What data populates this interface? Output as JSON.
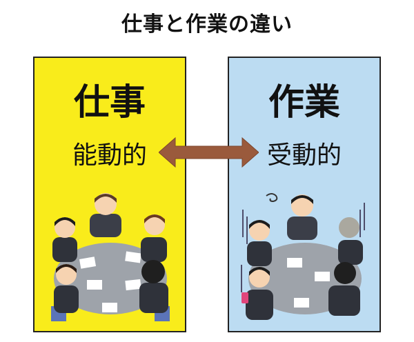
{
  "title": "仕事と作業の違い",
  "left_panel": {
    "heading": "仕事",
    "subheading": "能動的",
    "bg_color": "#f9ec1b"
  },
  "right_panel": {
    "heading": "作業",
    "subheading": "受動的",
    "bg_color": "#bcdcf2"
  },
  "arrow": {
    "color": "#9a5a3c",
    "icon": "double-arrow-icon"
  },
  "illustrations": {
    "left": "active-meeting-illustration",
    "right": "passive-meeting-illustration"
  }
}
